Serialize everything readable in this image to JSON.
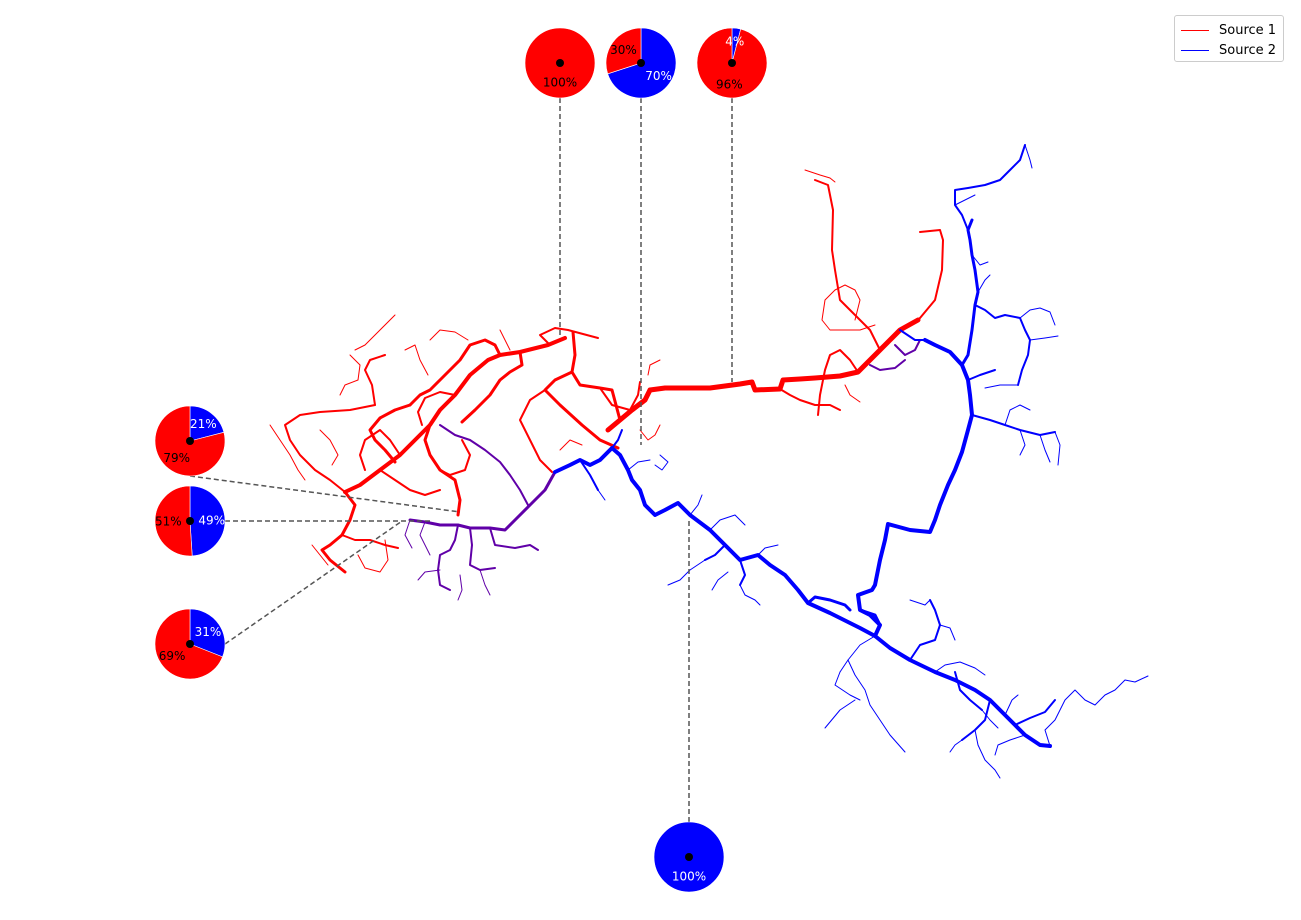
{
  "colors": {
    "source_1": "#ff0000",
    "source_2": "#0000ff",
    "mixed": "#6000a8",
    "leader": "#555555",
    "marker": "#000000"
  },
  "legend": {
    "items": [
      {
        "label": "Source 1",
        "color": "#ff0000"
      },
      {
        "label": "Source 2",
        "color": "#0000ff"
      }
    ]
  },
  "pies": [
    {
      "id": "top-left",
      "source_1_share": 100,
      "source_2_share": 0,
      "labels": [
        {
          "text": "100%",
          "source": 1
        }
      ]
    },
    {
      "id": "top-middle",
      "source_1_share": 30,
      "source_2_share": 70,
      "labels": [
        {
          "text": "30%",
          "source": 1
        },
        {
          "text": "70%",
          "source": 2
        }
      ]
    },
    {
      "id": "top-right",
      "source_1_share": 96,
      "source_2_share": 4,
      "labels": [
        {
          "text": "96%",
          "source": 1
        },
        {
          "text": "4%",
          "source": 2
        }
      ]
    },
    {
      "id": "left-upper",
      "source_1_share": 79,
      "source_2_share": 21,
      "labels": [
        {
          "text": "79%",
          "source": 1
        },
        {
          "text": "21%",
          "source": 2
        }
      ]
    },
    {
      "id": "left-middle",
      "source_1_share": 51,
      "source_2_share": 49,
      "labels": [
        {
          "text": "51%",
          "source": 1
        },
        {
          "text": "49%",
          "source": 2
        }
      ]
    },
    {
      "id": "left-lower",
      "source_1_share": 69,
      "source_2_share": 31,
      "labels": [
        {
          "text": "69%",
          "source": 1
        },
        {
          "text": "31%",
          "source": 2
        }
      ]
    },
    {
      "id": "bottom",
      "source_1_share": 0,
      "source_2_share": 100,
      "labels": [
        {
          "text": "100%",
          "source": 2
        }
      ]
    }
  ]
}
